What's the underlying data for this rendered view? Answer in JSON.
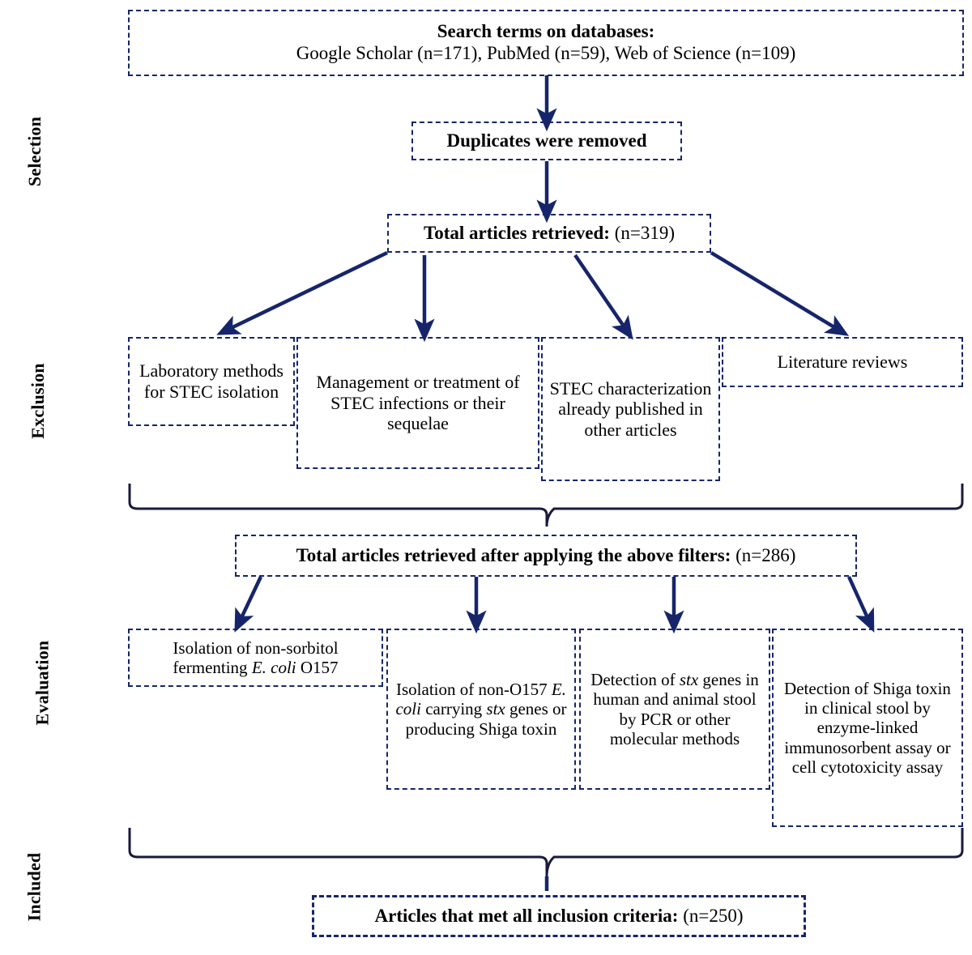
{
  "diagram": {
    "title": "PRISMA-style article selection flowchart",
    "accent_color": "#16256b",
    "text_color": "#000000",
    "background": "#ffffff"
  },
  "stages": [
    {
      "name": "selection",
      "label": "Selection"
    },
    {
      "name": "exclusion",
      "label": "Exclusion"
    },
    {
      "name": "evaluation",
      "label": "Evaluation"
    },
    {
      "name": "included",
      "label": "Included"
    }
  ],
  "nodes": {
    "search_terms": {
      "line1": "Search terms on databases:",
      "line2": "Google Scholar (n=171), PubMed (n=59), Web of Science (n=109)"
    },
    "duplicates": {
      "label": "Duplicates were removed"
    },
    "total_retrieved": {
      "label_bold": "Total articles retrieved:",
      "count": "(n=319)"
    },
    "total_after_filters": {
      "label_bold": "Total articles retrieved after applying the above filters:",
      "count": "(n=286)"
    },
    "included_final": {
      "label_bold": "Articles that met all inclusion criteria:",
      "count": "(n=250)"
    }
  },
  "exclusion_criteria": [
    {
      "name": "laboratory-methods",
      "text": "Laboratory methods for STEC isolation"
    },
    {
      "name": "management-treatment",
      "text": "Management or treatment of STEC infections or their sequelae"
    },
    {
      "name": "already-published",
      "text": "STEC characterization already published in other articles"
    },
    {
      "name": "literature-reviews",
      "text": "Literature reviews"
    }
  ],
  "evaluation_criteria": [
    {
      "name": "non-sorbitol-o157",
      "parts": [
        {
          "t": "Isolation of non-sorbitol fermenting ",
          "i": false
        },
        {
          "t": "E. coli",
          "i": true
        },
        {
          "t": " O157",
          "i": false
        }
      ]
    },
    {
      "name": "non-o157-stx",
      "parts": [
        {
          "t": "Isolation of non-O157 ",
          "i": false
        },
        {
          "t": "E. coli",
          "i": true
        },
        {
          "t": " carrying ",
          "i": false
        },
        {
          "t": "stx",
          "i": true
        },
        {
          "t": " genes or producing Shiga toxin",
          "i": false
        }
      ]
    },
    {
      "name": "stx-genes-pcr",
      "parts": [
        {
          "t": "Detection of ",
          "i": false
        },
        {
          "t": "stx",
          "i": true
        },
        {
          "t": " genes in human and animal stool by PCR or other molecular methods",
          "i": false
        }
      ]
    },
    {
      "name": "shiga-toxin-elisa",
      "parts": [
        {
          "t": "Detection of Shiga toxin in clinical stool by enzyme-linked immunosorbent assay or cell cytotoxicity assay",
          "i": false
        }
      ]
    }
  ],
  "chart_data": {
    "type": "diagram",
    "flow": "PRISMA article selection",
    "counts": {
      "google_scholar": 171,
      "pubmed": 59,
      "web_of_science": 109,
      "total_retrieved": 319,
      "after_filters": 286,
      "included": 250
    }
  }
}
